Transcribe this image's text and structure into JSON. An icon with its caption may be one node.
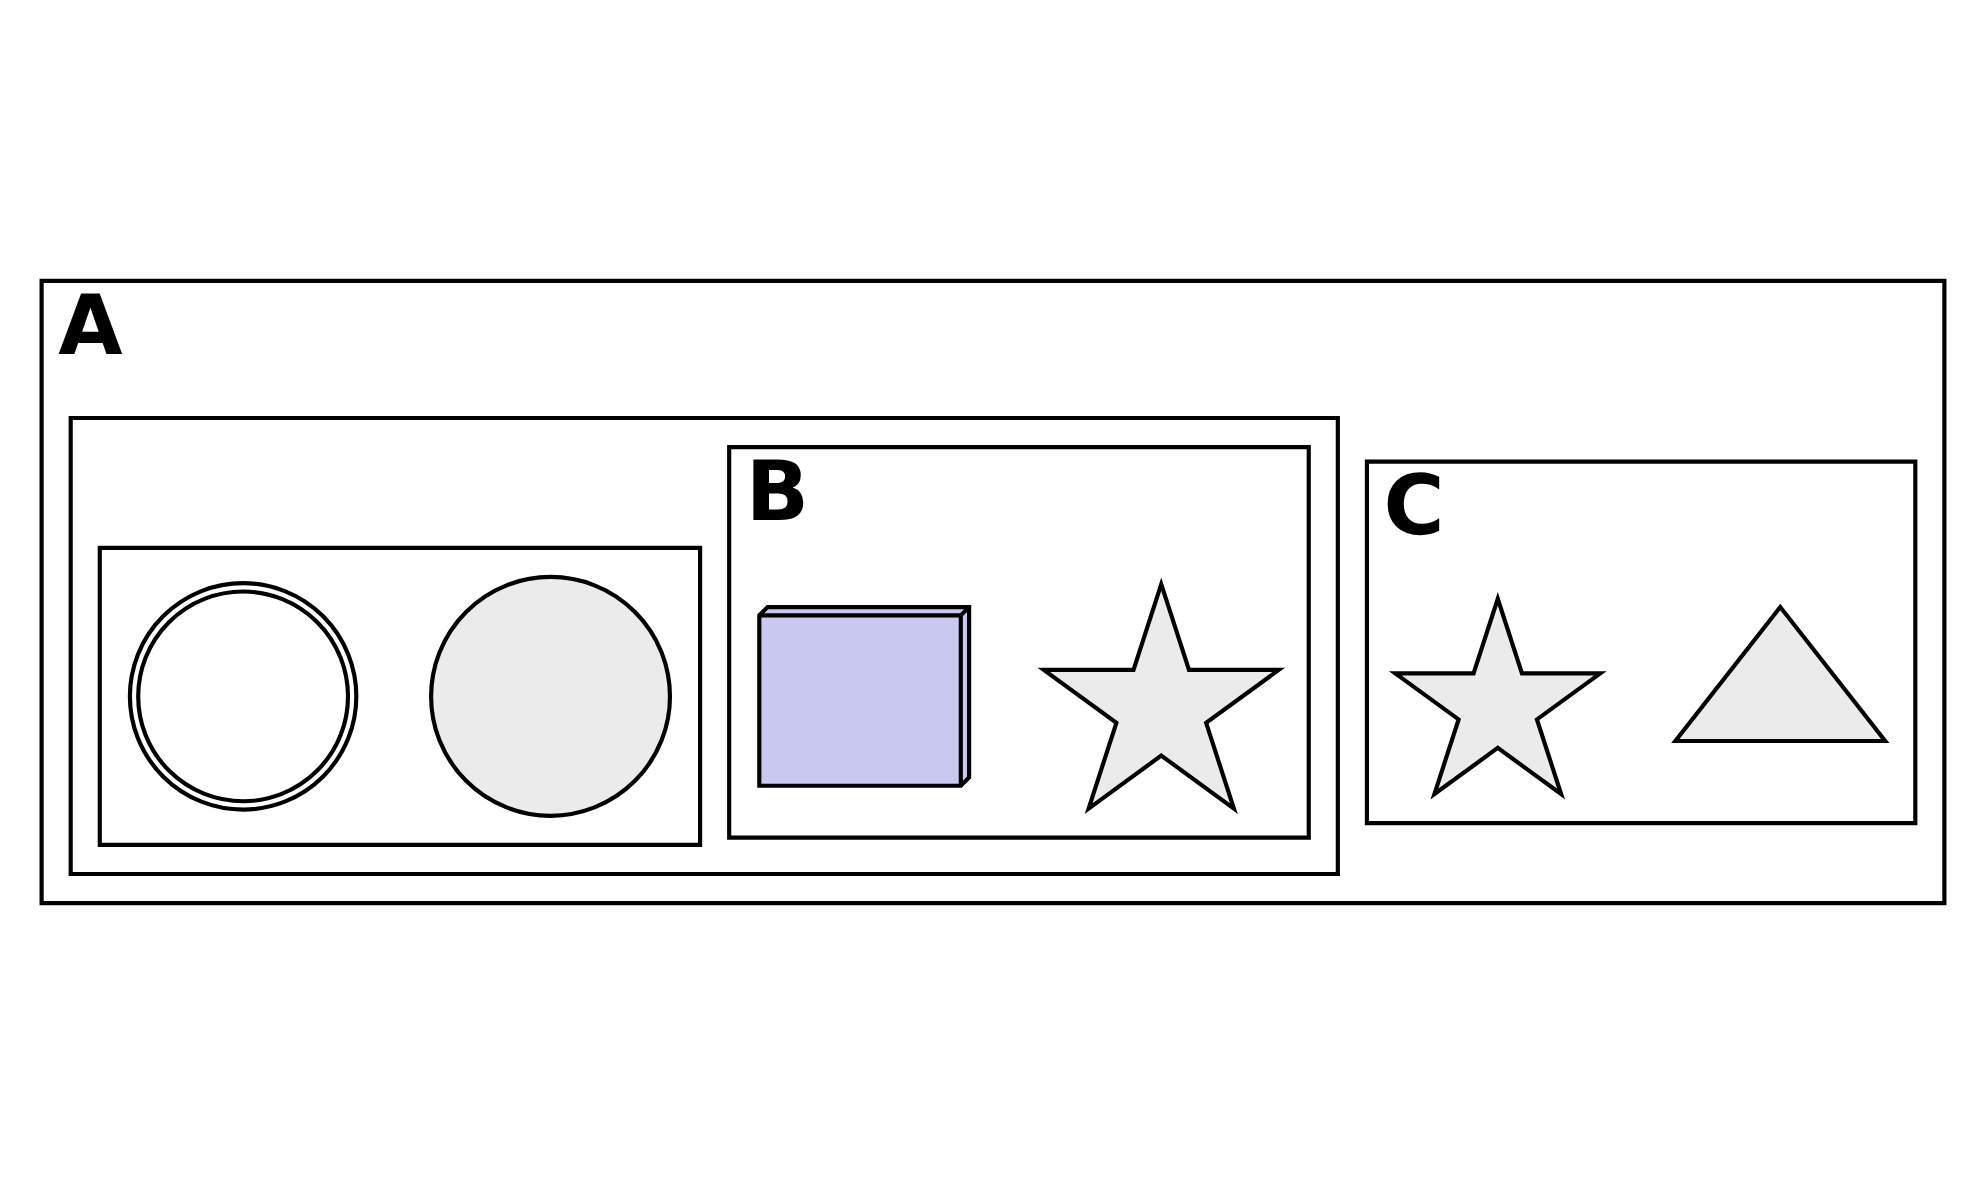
{
  "diagram": {
    "nodes": [
      {
        "text": [
          "A"
        ]
      },
      {
        "text": [],
        "shape": "box",
        "in": 0
      },
      {
        "text": [],
        "shape": "box",
        "in": 1
      },
      {
        "text": [],
        "shape": "spiral",
        "in": 2
      },
      {
        "text": [],
        "shape": "circle",
        "in": 2
      },
      {
        "text": [
          "B"
        ],
        "in": 1
      },
      {
        "text": [],
        "shape": "cuboid",
        "in": 5
      },
      {
        "text": [],
        "shape": "star",
        "in": 5
      },
      {
        "text": [
          "C"
        ],
        "in": 0
      },
      {
        "text": [],
        "shape": "starburst",
        "in": 8
      },
      {
        "text": [],
        "shape": "triangle",
        "in": 8
      }
    ],
    "edges": []
  }
}
